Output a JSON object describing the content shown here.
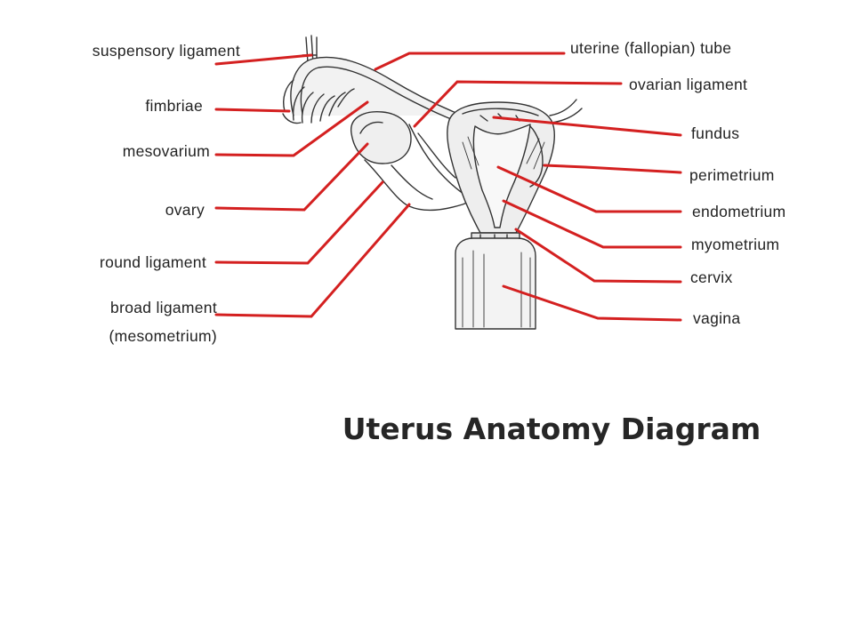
{
  "title": "Uterus Anatomy Diagram",
  "accent_color": "#d42020",
  "labels": {
    "suspensory_ligament": "suspensory ligament",
    "fimbriae": "fimbriae",
    "mesovarium": "mesovarium",
    "ovary": "ovary",
    "round_ligament": "round  ligament",
    "broad_ligament_1": "broad ligament",
    "broad_ligament_2": "(mesometrium)",
    "uterine_tube": "uterine (fallopian) tube",
    "ovarian_ligament": "ovarian ligament",
    "fundus": "fundus",
    "perimetrium": "perimetrium",
    "endometrium": "endometrium",
    "myometrium": "myometrium",
    "cervix": "cervix",
    "vagina": "vagina"
  }
}
